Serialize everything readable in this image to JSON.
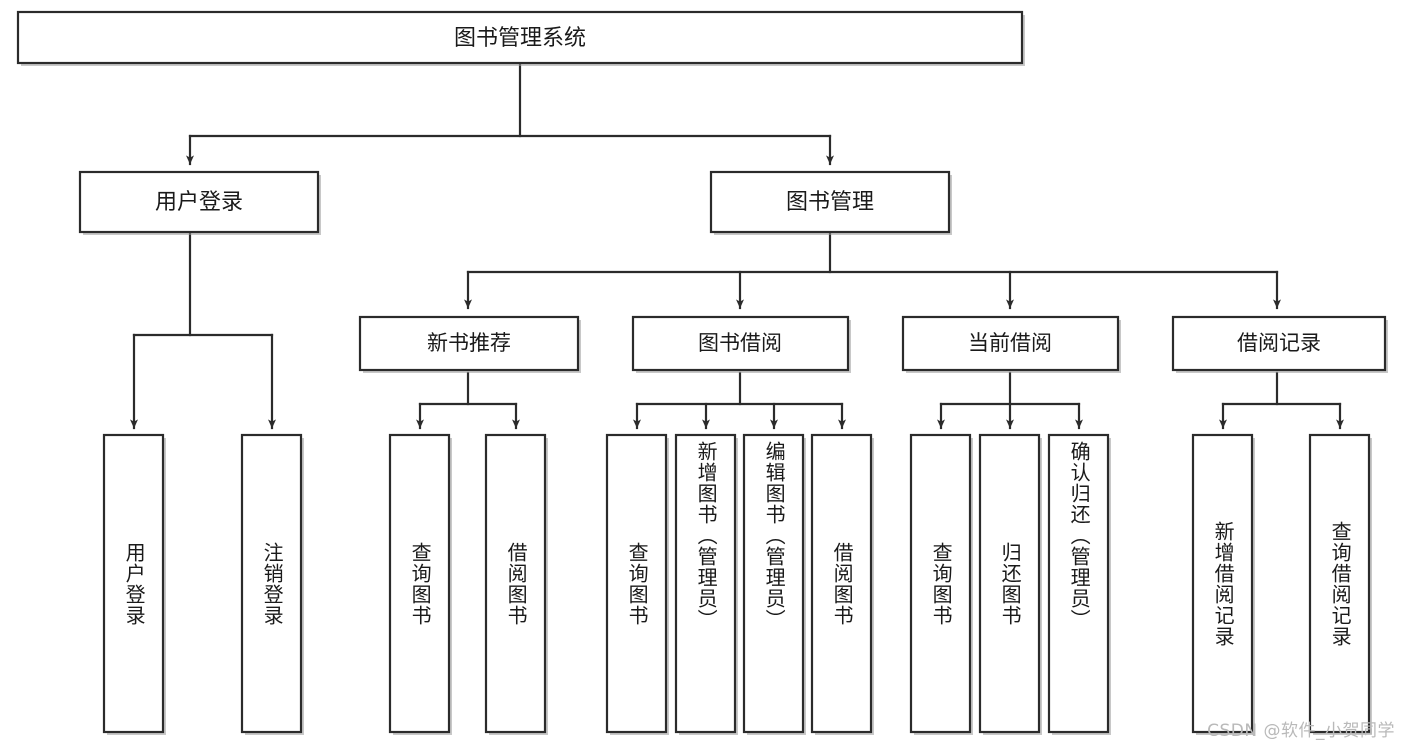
{
  "diagram": {
    "type": "tree",
    "title": "图书管理系统",
    "root": {
      "id": "root",
      "label": "图书管理系统"
    },
    "level1": [
      {
        "id": "user-login",
        "label": "用户登录"
      },
      {
        "id": "book-manage",
        "label": "图书管理"
      }
    ],
    "level2": [
      {
        "id": "new-book-rec",
        "label": "新书推荐",
        "parent": "book-manage"
      },
      {
        "id": "book-borrow",
        "label": "图书借阅",
        "parent": "book-manage"
      },
      {
        "id": "current-borrow",
        "label": "当前借阅",
        "parent": "book-manage"
      },
      {
        "id": "borrow-record",
        "label": "借阅记录",
        "parent": "book-manage"
      }
    ],
    "leaves": [
      {
        "id": "leaf-user-login",
        "label": "用户登录",
        "parent": "user-login"
      },
      {
        "id": "leaf-logout",
        "label": "注销登录",
        "parent": "user-login"
      },
      {
        "id": "leaf-query-book-1",
        "label": "查询图书",
        "parent": "new-book-rec"
      },
      {
        "id": "leaf-borrow-book-1",
        "label": "借阅图书",
        "parent": "new-book-rec"
      },
      {
        "id": "leaf-query-book-2",
        "label": "查询图书",
        "parent": "book-borrow"
      },
      {
        "id": "leaf-add-book",
        "label": "新增图书（管理员）",
        "parent": "book-borrow"
      },
      {
        "id": "leaf-edit-book",
        "label": "编辑图书（管理员）",
        "parent": "book-borrow"
      },
      {
        "id": "leaf-borrow-book-2",
        "label": "借阅图书",
        "parent": "book-borrow"
      },
      {
        "id": "leaf-query-book-3",
        "label": "查询图书",
        "parent": "current-borrow"
      },
      {
        "id": "leaf-return-book",
        "label": "归还图书",
        "parent": "current-borrow"
      },
      {
        "id": "leaf-confirm-return",
        "label": "确认归还（管理员）",
        "parent": "current-borrow"
      },
      {
        "id": "leaf-add-record",
        "label": "新增借阅记录",
        "parent": "borrow-record"
      },
      {
        "id": "leaf-query-record",
        "label": "查询借阅记录",
        "parent": "borrow-record"
      }
    ]
  },
  "watermark": {
    "text": "CSDN @软件_小贺同学"
  },
  "colors": {
    "stroke": "#2b2b2b",
    "fill": "#ffffff",
    "text": "#1a1a1a",
    "watermark": "#b9b9b9",
    "shadow": "#9a9a9a"
  }
}
